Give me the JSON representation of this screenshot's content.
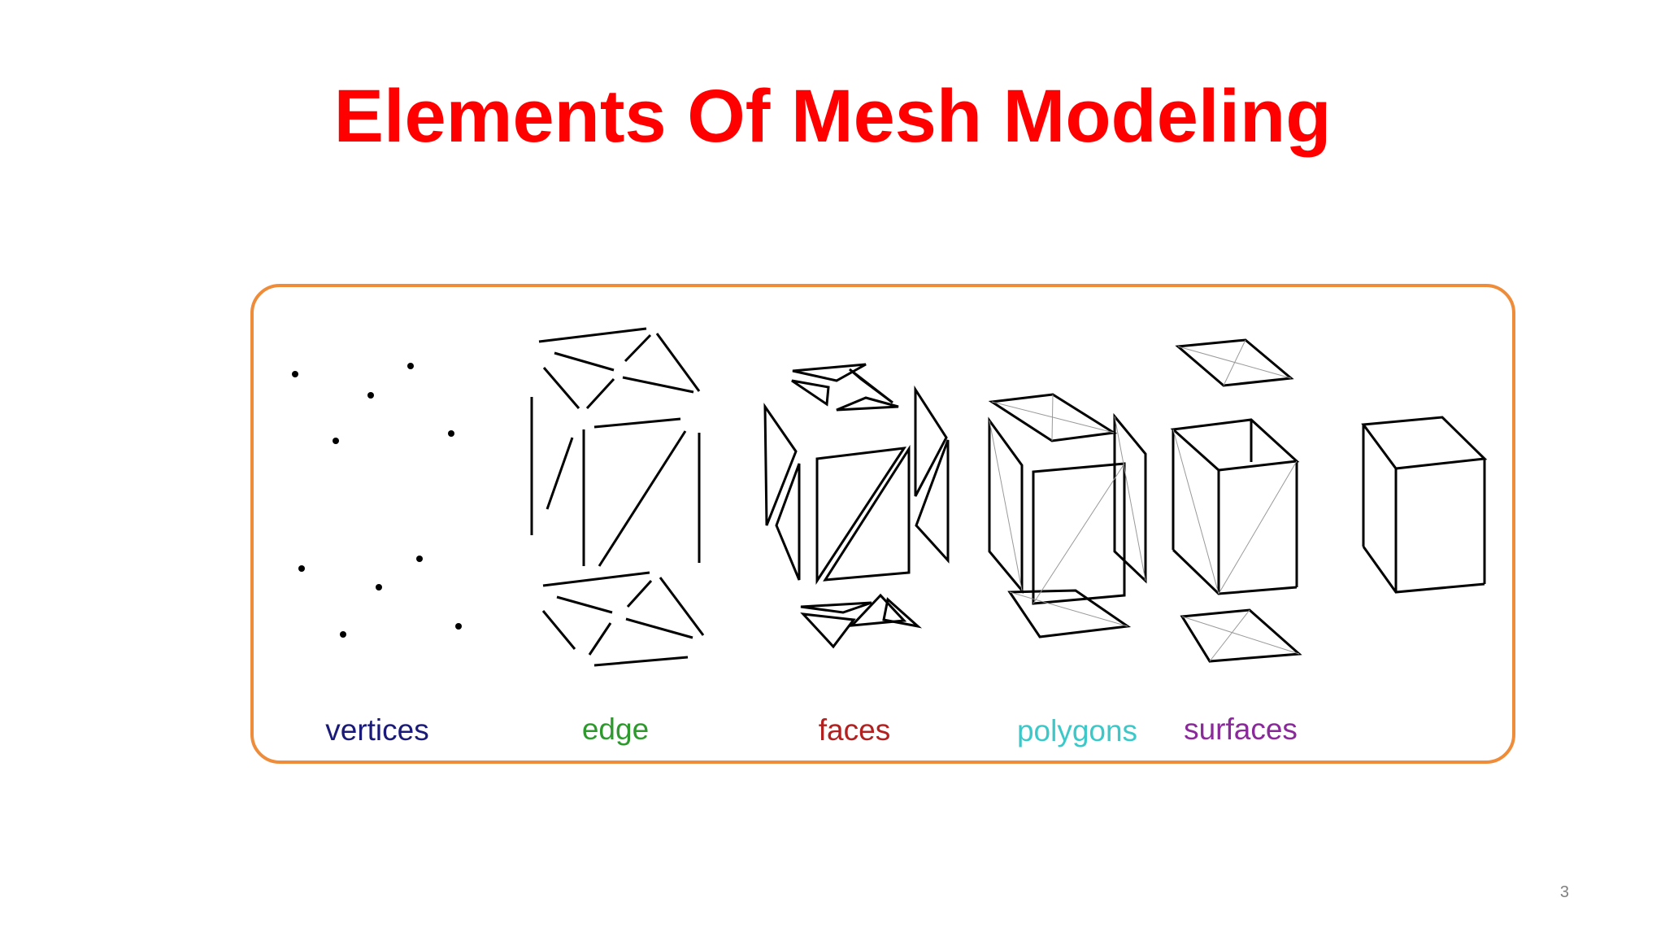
{
  "slide": {
    "title": "Elements Of Mesh Modeling",
    "page_number": "3"
  },
  "diagram": {
    "border_color": "#ee8c3a",
    "line_color": "#000000",
    "labels": [
      {
        "text": "vertices",
        "color": "#1a1a7a"
      },
      {
        "text": "edge",
        "color": "#2e9a2e"
      },
      {
        "text": "faces",
        "color": "#b22020"
      },
      {
        "text": "polygons",
        "color": "#3cc8c8"
      },
      {
        "text": "surfaces",
        "color": "#8a2a9a"
      }
    ]
  }
}
